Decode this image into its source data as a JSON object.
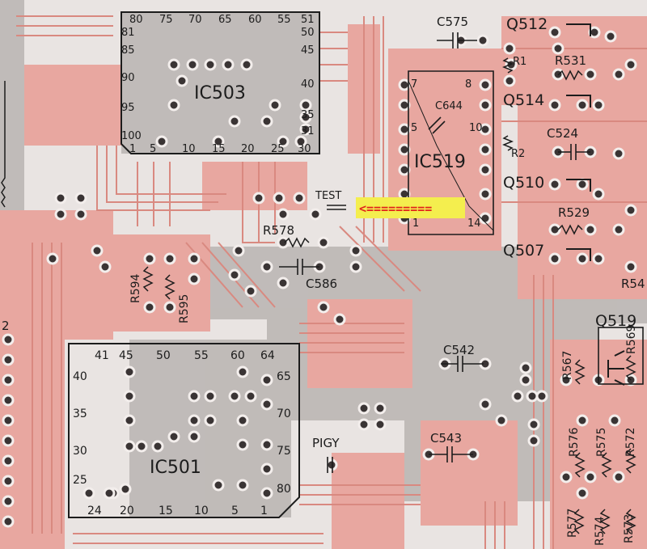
{
  "colors": {
    "background": "#e9e4e2",
    "copper_pink": "#e8a7a0",
    "trace_pink": "#d98980",
    "grey_plane": "#b9b4b1",
    "silk": "#1c1c1c",
    "highlight": "#f4ee4e",
    "arrow": "#e0241b"
  },
  "ics": {
    "ic503": {
      "label": "IC503",
      "top_pins": [
        "80",
        "75",
        "70",
        "65",
        "60",
        "55",
        "51"
      ],
      "right_pins": [
        "50",
        "45",
        "40",
        "35",
        "31"
      ],
      "left_pins": [
        "81",
        "85",
        "90",
        "95",
        "100"
      ],
      "bottom_pins": [
        "1",
        "5",
        "10",
        "15",
        "20",
        "25",
        "30"
      ]
    },
    "ic501": {
      "label": "IC501",
      "top_pins": [
        "41",
        "45",
        "50",
        "55",
        "60",
        "64"
      ],
      "left_pins": [
        "40",
        "35",
        "30",
        "25"
      ],
      "right_pins": [
        "65",
        "70",
        "75",
        "80"
      ],
      "bottom_pins": [
        "24",
        "20",
        "15",
        "10",
        "5",
        "1"
      ]
    },
    "ic519": {
      "label": "IC519",
      "pin_labels": [
        "7",
        "8",
        "5",
        "10",
        "1",
        "14"
      ]
    }
  },
  "component_labels": {
    "c575": "C575",
    "q512": "Q512",
    "r1": "R1",
    "r531": "R531",
    "c644": "C644",
    "q514": "Q514",
    "c524": "C524",
    "r2": "R2",
    "q510": "Q510",
    "r529": "R529",
    "test": "TEST",
    "r578": "R578",
    "q507": "Q507",
    "c586": "C586",
    "r594": "R594",
    "r595": "R595",
    "r54x": "R54",
    "q519": "Q519",
    "c542": "C542",
    "r567": "R567",
    "r569": "R569",
    "pigy": "PIGY",
    "c543": "C543",
    "r576": "R576",
    "r575": "R575",
    "r572": "R572",
    "r577": "R577",
    "r574": "R574",
    "r573": "R573",
    "edge_2": "2"
  },
  "arrow": {
    "text": "<=========",
    "target": "TEST"
  }
}
